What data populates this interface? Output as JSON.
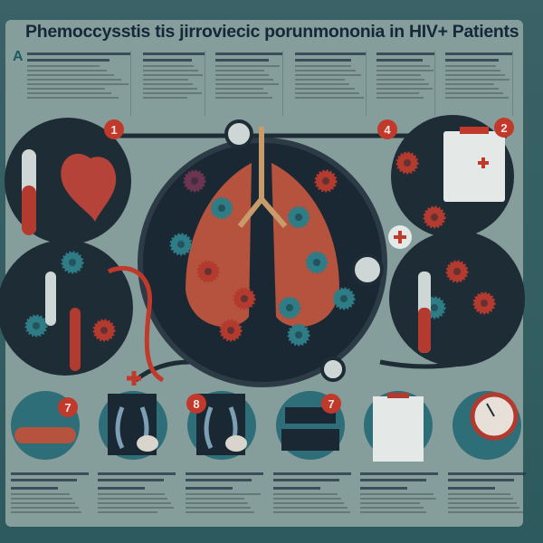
{
  "title": "Phemoccysstis tis  jirroviecic porunmononia in HIV+ Patients",
  "section_letter": "A",
  "step_badges": {
    "top_left": "1",
    "top_center": "4",
    "top_right": "2",
    "bottom_1": "7",
    "bottom_3": "8",
    "bottom_4": "7"
  },
  "colors": {
    "background": "#2f5a5e",
    "panel": "#869e9b",
    "circle_dark": "#1e2c36",
    "accent_red": "#c0392b",
    "lung": "#b5533e",
    "teal": "#2e6e78"
  },
  "icons": [
    "test-tube-icon",
    "heart-icon",
    "lungs-icon",
    "stethoscope-icon",
    "clipboard-icon",
    "virus-icon",
    "syringe-icon",
    "xray-icon",
    "clock-icon",
    "red-cross-icon"
  ]
}
